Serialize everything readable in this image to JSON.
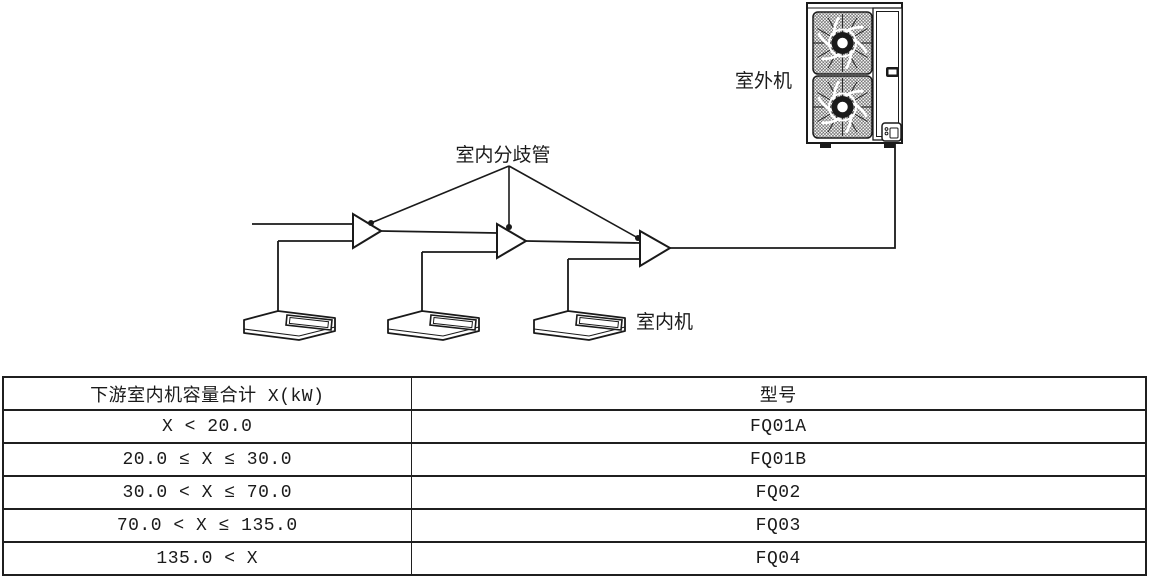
{
  "figure": {
    "labels": {
      "outdoor_unit": "室外机",
      "indoor_branch_pipe": "室内分歧管",
      "indoor_unit": "室内机"
    }
  },
  "table": {
    "header": [
      "下游室内机容量合计 X(kW)",
      "型号"
    ],
    "rows": [
      {
        "range": "X < 20.0",
        "model": "FQ01A"
      },
      {
        "range": "20.0 ≤ X ≤ 30.0",
        "model": "FQ01B"
      },
      {
        "range": "30.0 < X ≤ 70.0",
        "model": "FQ02"
      },
      {
        "range": "70.0 < X ≤ 135.0",
        "model": "FQ03"
      },
      {
        "range": "135.0 < X",
        "model": "FQ04"
      }
    ]
  },
  "colors": {
    "line": "#1a1a1a",
    "background": "#ffffff"
  }
}
